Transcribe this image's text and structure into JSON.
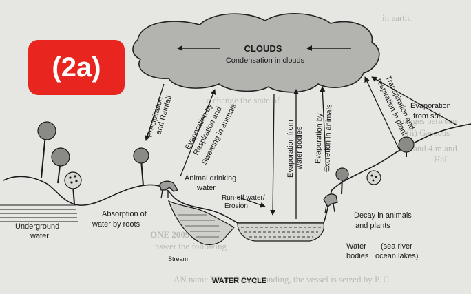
{
  "badge": "(2a)",
  "title": "WATER CYCLE",
  "clouds": {
    "title": "CLOUDS",
    "subtitle": "Condensation in clouds"
  },
  "labels": {
    "precip_1": "Precipitation",
    "precip_2": "and Rainfall",
    "evap_resp_1": "Evaporation by",
    "evap_resp_2": "Respiration and",
    "evap_resp_3": "Sweating in animals",
    "evap_water_1": "Evaporation from",
    "evap_water_2": "water bodies",
    "evap_excr_1": "Evaporation by",
    "evap_excr_2": "Excretion in animals",
    "transp_1": "Transpiration and",
    "transp_2": "respiration in plant",
    "evap_soil_1": "Evaporation",
    "evap_soil_2": "from soil",
    "animal_1": "Animal drinking",
    "animal_2": "water",
    "runoff_1": "Run-off water/",
    "runoff_2": "Erosion",
    "underground_1": "Underground",
    "underground_2": "water",
    "absorption_1": "Absorption of",
    "absorption_2": "water by roots",
    "stream": "Stream",
    "decay_1": "Decay in animals",
    "decay_2": "and plants",
    "water_bodies_1": "Water",
    "water_bodies_2": "bodies",
    "sea_1": "(sea river",
    "sea_2": "ocean lakes)"
  },
  "background_text": [
    "in earth.",
    "a change the state of",
    "changes between",
    "(ii) Gaseous",
    "and 4 m and",
    "Hall",
    "ONE 2009 PASSCE",
    "nswer the following",
    "AN name Wilson? On pounding, the vessel is seized by P. C"
  ]
}
